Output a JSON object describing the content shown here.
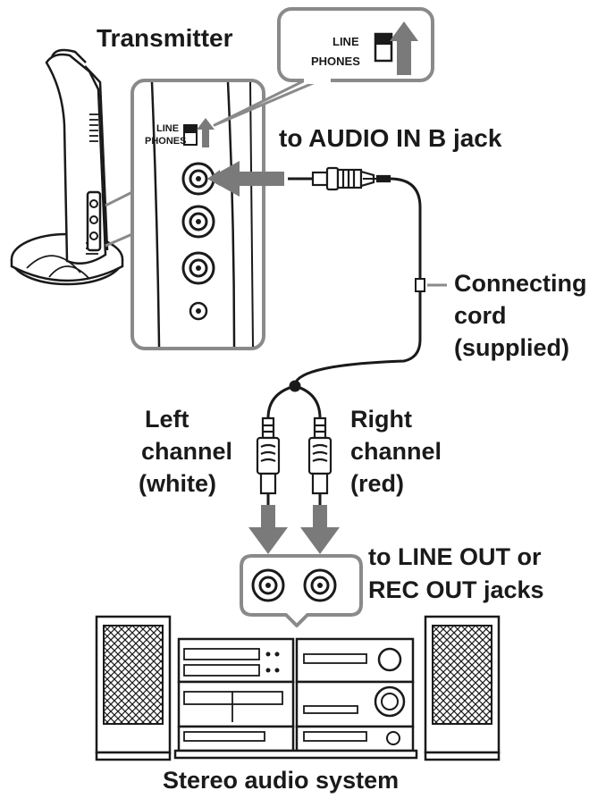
{
  "labels": {
    "transmitter": "Transmitter",
    "audio_in_b": "to AUDIO IN B jack",
    "cord_line1": "Connecting",
    "cord_line2": "cord",
    "cord_line3": "(supplied)",
    "left_line1": "Left",
    "left_line2": "channel",
    "left_line3": "(white)",
    "right_line1": "Right",
    "right_line2": "channel",
    "right_line3": "(red)",
    "line_out_line1": "to LINE OUT or",
    "line_out_line2": "REC OUT jacks",
    "stereo": "Stereo audio system",
    "switch_line": "LINE",
    "switch_phones": "PHONES"
  },
  "colors": {
    "ink": "#1a1a1a",
    "panel_border": "#8a8a8a",
    "arrow_gray": "#7a7a7a",
    "device_fill": "#ffffff"
  }
}
